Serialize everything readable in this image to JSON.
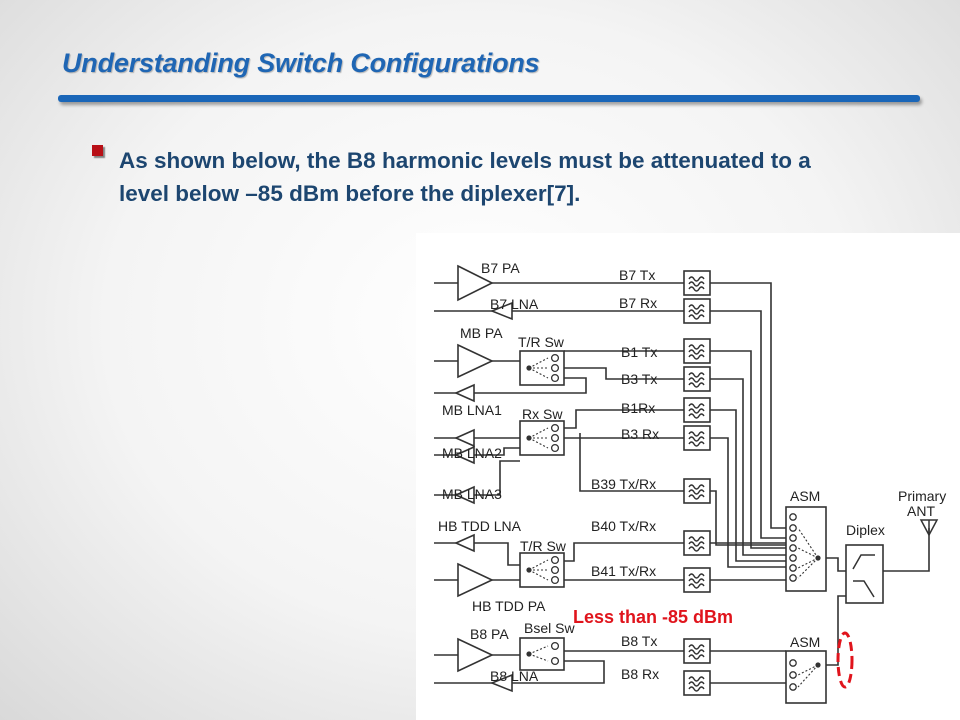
{
  "slide": {
    "title": "Understanding Switch Configurations",
    "bullet": "As shown below, the B8 harmonic levels must be attenuated to a level below –85 dBm before the diplexer[7]."
  },
  "colors": {
    "title": "#1f66b4",
    "rule": "#1a66b8",
    "bullet_marker": "#b80f16",
    "bullet_text": "#1d4670",
    "annotation": "#e0141c",
    "wire": "#333333"
  },
  "diagram": {
    "labels": {
      "b7_pa": "B7 PA",
      "b7_lna": "B7 LNA",
      "mb_pa": "MB PA",
      "tr_sw_1": "T/R Sw",
      "mb_lna1": "MB LNA1",
      "rx_sw": "Rx Sw",
      "mb_lna2": "MB LNA2",
      "mb_lna3": "MB LNA3",
      "hb_tdd_lna": "HB TDD LNA",
      "tr_sw_2": "T/R Sw",
      "hb_tdd_pa": "HB TDD PA",
      "b8_pa": "B8 PA",
      "bsel_sw": "Bsel Sw",
      "b8_lna": "B8 LNA",
      "asm_top": "ASM",
      "asm_bottom": "ASM",
      "diplex": "Diplex",
      "primary": "Primary",
      "ant": "ANT",
      "f_b7_tx": "B7 Tx",
      "f_b7_rx": "B7 Rx",
      "f_b1_tx": "B1 Tx",
      "f_b3_tx": "B3 Tx",
      "f_b1_rx": "B1Rx",
      "f_b3_rx": "B3 Rx",
      "f_b39": "B39 Tx/Rx",
      "f_b40": "B40 Tx/Rx",
      "f_b41": "B41 Tx/Rx",
      "f_b8_tx": "B8 Tx",
      "f_b8_rx": "B8 Rx"
    },
    "annotation": "Less than  -85 dBm"
  }
}
